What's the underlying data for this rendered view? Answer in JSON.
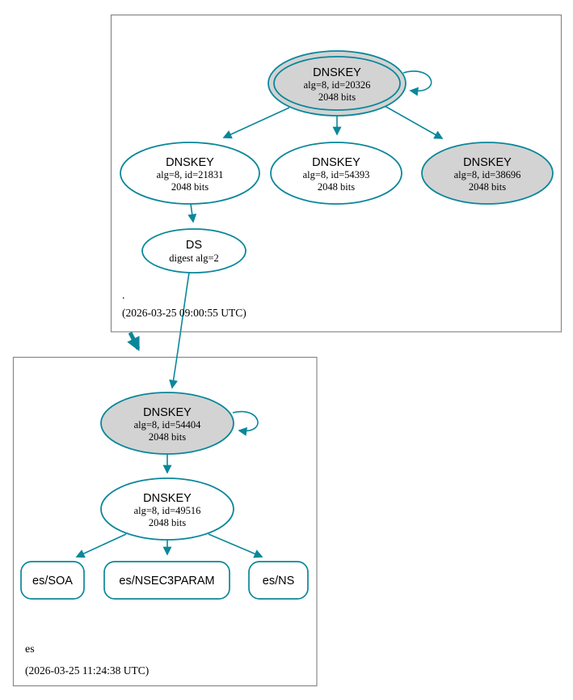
{
  "colors": {
    "edge_teal": "#0a879a",
    "node_gray_fill": "#d3d3d3",
    "node_white_fill": "#ffffff",
    "zone_box_border": "#888888",
    "text": "#000000"
  },
  "zones": {
    "root": {
      "name": ".",
      "timestamp": "(2026-03-25 09:00:55 UTC)",
      "nodes": {
        "ksk_20326": {
          "title": "DNSKEY",
          "detail1": "alg=8, id=20326",
          "detail2": "2048 bits"
        },
        "zsk_21831": {
          "title": "DNSKEY",
          "detail1": "alg=8, id=21831",
          "detail2": "2048 bits"
        },
        "zsk_54393": {
          "title": "DNSKEY",
          "detail1": "alg=8, id=54393",
          "detail2": "2048 bits"
        },
        "ksk_38696": {
          "title": "DNSKEY",
          "detail1": "alg=8, id=38696",
          "detail2": "2048 bits"
        },
        "ds": {
          "title": "DS",
          "detail1": "digest alg=2"
        }
      }
    },
    "es": {
      "name": "es",
      "timestamp": "(2026-03-25 11:24:38 UTC)",
      "nodes": {
        "ksk_54404": {
          "title": "DNSKEY",
          "detail1": "alg=8, id=54404",
          "detail2": "2048 bits"
        },
        "zsk_49516": {
          "title": "DNSKEY",
          "detail1": "alg=8, id=49516",
          "detail2": "2048 bits"
        },
        "rrset_soa": {
          "label": "es/SOA"
        },
        "rrset_nsec3param": {
          "label": "es/NSEC3PARAM"
        },
        "rrset_ns": {
          "label": "es/NS"
        }
      }
    }
  }
}
